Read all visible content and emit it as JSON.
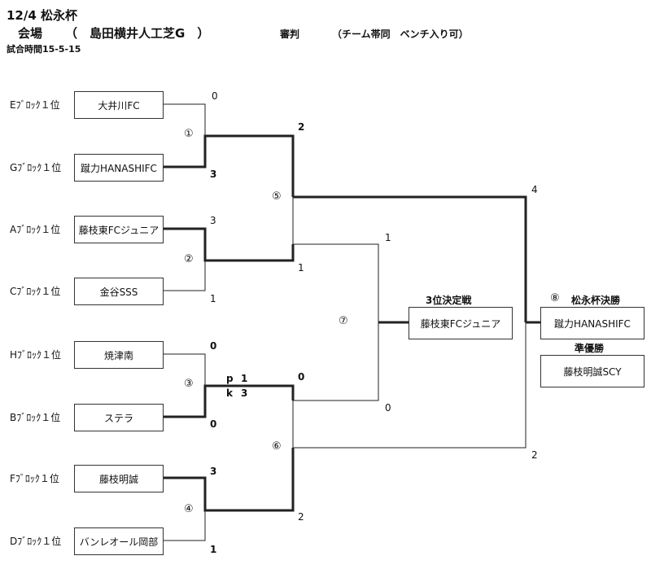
{
  "header": {
    "title": "12/4 松永杯",
    "venue_label": "会場",
    "venue": "（　島田横井人工芝G　）",
    "referee": "審判",
    "note": "（チーム帯同　ベンチ入り可）",
    "match_time": "試合時間15-5-15"
  },
  "seeds": [
    "Eﾌﾞﾛｯｸ１位",
    "Gﾌﾞﾛｯｸ１位",
    "Aﾌﾞﾛｯｸ１位",
    "Cﾌﾞﾛｯｸ１位",
    "Hﾌﾞﾛｯｸ１位",
    "Bﾌﾞﾛｯｸ１位",
    "Fﾌﾞﾛｯｸ１位",
    "Dﾌﾞﾛｯｸ１位"
  ],
  "teams": [
    "大井川FC",
    "蹴力HANASHIFC",
    "藤枝東FCジュニア",
    "金谷SSS",
    "焼津南",
    "ステラ",
    "藤枝明誠",
    "バンレオール岡部"
  ],
  "matches": [
    "①",
    "②",
    "③",
    "④",
    "⑤",
    "⑥",
    "⑦",
    "⑧"
  ],
  "scores": {
    "m1_top": "0",
    "m1_bottom": "3",
    "m2_top": "3",
    "m2_bottom": "1",
    "m3_top": "0",
    "m3_bottom": "0",
    "m4_top": "3",
    "m4_bottom": "1",
    "m5_top": "2",
    "m5_bottom": "1",
    "m6_top": "0",
    "m6_bottom": "2",
    "m7_top": "1",
    "m7_bottom": "0",
    "final_top": "4",
    "final_bottom": "2"
  },
  "pk": {
    "p_label": "p",
    "p_score": "1",
    "k_label": "k",
    "k_score": "3"
  },
  "third_place": {
    "label": "3位決定戦",
    "winner": "藤枝東FCジュニア"
  },
  "final": {
    "label": "松永杯決勝",
    "winner": "蹴力HANASHIFC"
  },
  "runner_up": {
    "label": "準優勝",
    "team": "藤枝明誠SCY"
  }
}
